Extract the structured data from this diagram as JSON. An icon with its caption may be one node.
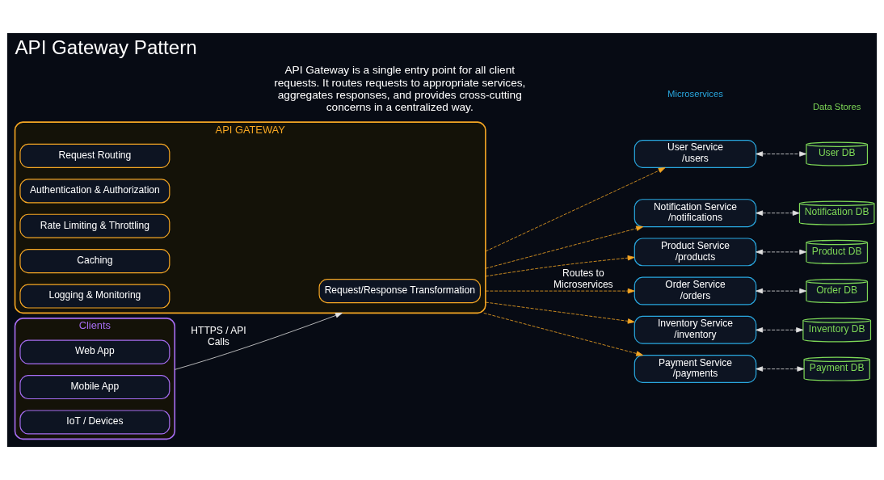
{
  "diagram": {
    "title": "API Gateway Pattern",
    "nodes": [
      {
        "text": [
          "Clients"
        ]
      },
      {
        "text": [
          "Web App"
        ],
        "in": 0
      },
      {
        "text": [
          "Mobile App"
        ],
        "in": 0
      },
      {
        "text": [
          "IoT / Devices"
        ],
        "in": 0
      },
      {
        "text": [
          "API GATEWAY"
        ]
      },
      {
        "text": [
          "Request Routing"
        ],
        "in": 4
      },
      {
        "text": [
          "Authentication & Authorization"
        ],
        "in": 4
      },
      {
        "text": [
          "Rate Limiting & Throttling"
        ],
        "in": 4
      },
      {
        "text": [
          "Request/Response Transformation"
        ],
        "in": 4
      },
      {
        "text": [
          "Caching"
        ],
        "in": 4
      },
      {
        "text": [
          "Logging & Monitoring"
        ],
        "in": 4
      },
      {
        "text": [
          "User Service",
          "/users"
        ]
      },
      {
        "text": [
          "Product Service",
          "/products"
        ]
      },
      {
        "text": [
          "Order Service",
          "/orders"
        ]
      },
      {
        "text": [
          "Inventory Service",
          "/inventory"
        ]
      },
      {
        "text": [
          "Payment Service",
          "/payments"
        ]
      },
      {
        "text": [
          "Notification Service",
          "/notifications"
        ]
      },
      {
        "text": [
          "User DB"
        ]
      },
      {
        "text": [
          "Product DB"
        ]
      },
      {
        "text": [
          "Order DB"
        ]
      },
      {
        "text": [
          "Inventory DB"
        ]
      },
      {
        "text": [
          "Payment DB"
        ]
      },
      {
        "text": [
          "Notification DB"
        ]
      }
    ],
    "edges": [
      {
        "from": 0,
        "to": 4,
        "arrow": "to",
        "label": "HTTPS / API Calls",
        "color": "#e0e0e0"
      },
      {
        "from": 4,
        "to": 11,
        "arrow": "to",
        "style": "dashed",
        "color": "#f5a623"
      },
      {
        "from": 4,
        "to": 12,
        "arrow": "to",
        "style": "dashed",
        "color": "#f5a623"
      },
      {
        "from": 4,
        "to": 13,
        "arrow": "to",
        "style": "dashed",
        "color": "#f5a623",
        "label": "Routes to Microservices"
      },
      {
        "from": 4,
        "to": 14,
        "arrow": "to",
        "style": "dashed",
        "color": "#f5a623"
      },
      {
        "from": 4,
        "to": 15,
        "arrow": "to",
        "style": "dashed",
        "color": "#f5a623"
      },
      {
        "from": 4,
        "to": 16,
        "arrow": "to",
        "style": "dashed",
        "color": "#f5a623"
      },
      {
        "from": 11,
        "to": 17,
        "arrow": "both",
        "style": "dashed",
        "color": "#e0e0e0"
      },
      {
        "from": 12,
        "to": 18,
        "arrow": "both",
        "style": "dashed",
        "color": "#e0e0e0"
      },
      {
        "from": 13,
        "to": 19,
        "arrow": "both",
        "style": "dashed",
        "color": "#e0e0e0"
      },
      {
        "from": 14,
        "to": 20,
        "arrow": "both",
        "style": "dashed",
        "color": "#e0e0e0"
      },
      {
        "from": 15,
        "to": 21,
        "arrow": "both",
        "style": "dashed",
        "color": "#e0e0e0"
      },
      {
        "from": 16,
        "to": 22,
        "arrow": "both",
        "style": "dashed",
        "color": "#e0e0e0"
      }
    ],
    "labels": [
      "API Gateway is a single entry point for all client requests. It routes requests to appropriate services, aggregates responses, and provides cross-cutting concerns in a centralized way.",
      "Microservices",
      "Data Stores"
    ]
  }
}
